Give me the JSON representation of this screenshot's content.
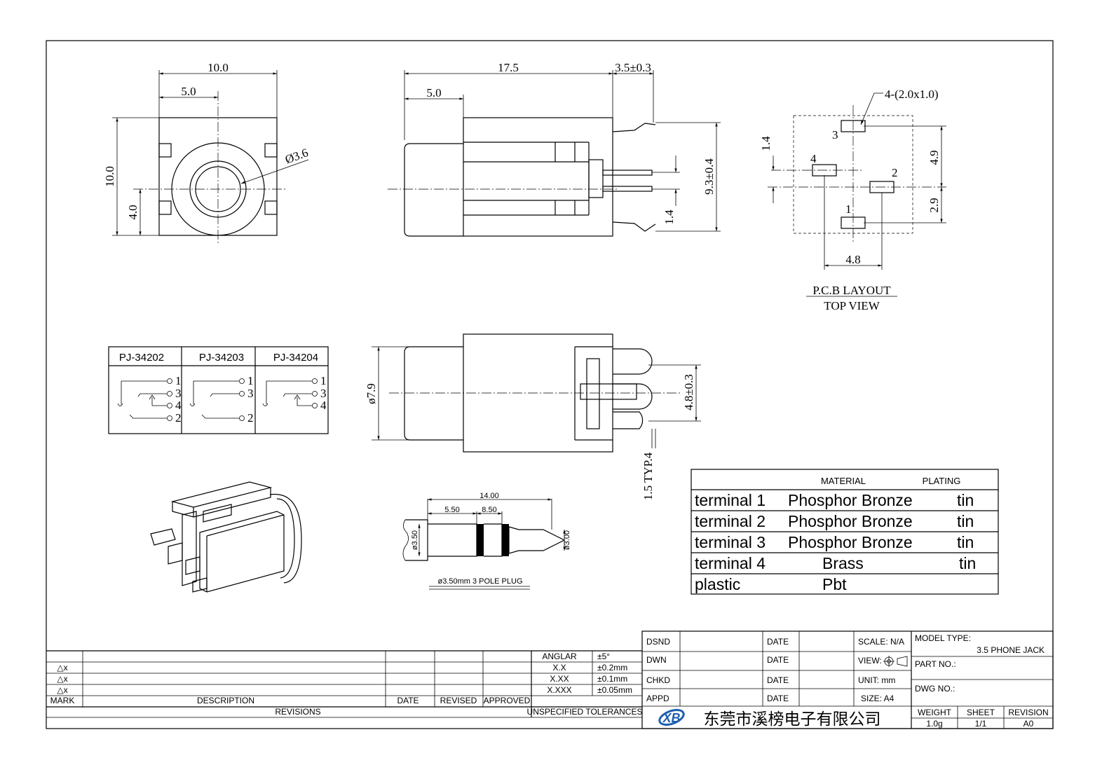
{
  "front_view": {
    "width": "10.0",
    "half_width": "5.0",
    "height": "10.0",
    "center_height": "4.0",
    "bore_diameter": "Ø3.6"
  },
  "side_view": {
    "body_length": "17.5",
    "front_length": "5.0",
    "pin_offset": "3.5±0.3",
    "height": "9.3±0.4",
    "pin_pitch": "1.4"
  },
  "pcb_layout": {
    "pad_spec": "4-(2.0x1.0)",
    "pitch_a": "1.4",
    "pitch_b": "4.9",
    "pitch_c": "2.9",
    "pitch_d": "4.8",
    "pins": [
      "1",
      "2",
      "3",
      "4"
    ],
    "title": "P.C.B LAYOUT",
    "subtitle": "TOP VIEW"
  },
  "bottom_view": {
    "diameter": "ø7.9",
    "pin_spacing": "4.8±0.3",
    "pin_size": "1.5 TYP.4"
  },
  "schematics": {
    "models": [
      "PJ-34202",
      "PJ-34203",
      "PJ-34204"
    ],
    "pin_labels": [
      "1",
      "3",
      "4",
      "2"
    ]
  },
  "plug": {
    "length": "14.00",
    "seg1": "5.50",
    "seg2": "8.50",
    "dia_left": "ø3.50",
    "dia_right": "ø3.00",
    "caption": "ø3.50mm 3 POLE PLUG"
  },
  "materials": {
    "headers": [
      "MATERIAL",
      "PLATING"
    ],
    "rows": [
      {
        "part": "terminal 1",
        "material": "Phosphor Bronze",
        "plating": "tin"
      },
      {
        "part": "terminal 2",
        "material": "Phosphor Bronze",
        "plating": "tin"
      },
      {
        "part": "terminal 3",
        "material": "Phosphor Bronze",
        "plating": "tin"
      },
      {
        "part": "terminal 4",
        "material": "Brass",
        "plating": "tin"
      },
      {
        "part": "plastic",
        "material": "Pbt",
        "plating": ""
      }
    ]
  },
  "revisions": {
    "marks": [
      "△x",
      "△x",
      "△x"
    ],
    "headers": [
      "MARK",
      "DESCRIPTION",
      "DATE",
      "REVISED",
      "APPROVED"
    ],
    "footer": "REVISIONS"
  },
  "tolerances": {
    "rows": [
      {
        "label": "ANGLAR",
        "value": "±5°"
      },
      {
        "label": "X.X",
        "value": "±0.2mm"
      },
      {
        "label": "X.XX",
        "value": "±0.1mm"
      },
      {
        "label": "X.XXX",
        "value": "±0.05mm"
      }
    ],
    "footer": "UNSPECIFIED TOLERANCES"
  },
  "title_block": {
    "roles": [
      "DSND",
      "DWN",
      "CHKD",
      "APPD"
    ],
    "date_label": "DATE",
    "scale": "SCALE: N/A",
    "view": "VIEW:",
    "unit": "UNIT: mm",
    "size": "SIZE: A4",
    "model_type_label": "MODEL TYPE:",
    "model_type": "3.5 PHONE JACK",
    "part_no_label": "PART NO.:",
    "dwg_no_label": "DWG NO.:",
    "weight_label": "WEIGHT",
    "weight": "1.0g",
    "sheet_label": "SHEET",
    "sheet": "1/1",
    "revision_label": "REVISION",
    "revision": "A0",
    "company": "东莞市溪榜电子有限公司",
    "logo_text": "XB"
  }
}
